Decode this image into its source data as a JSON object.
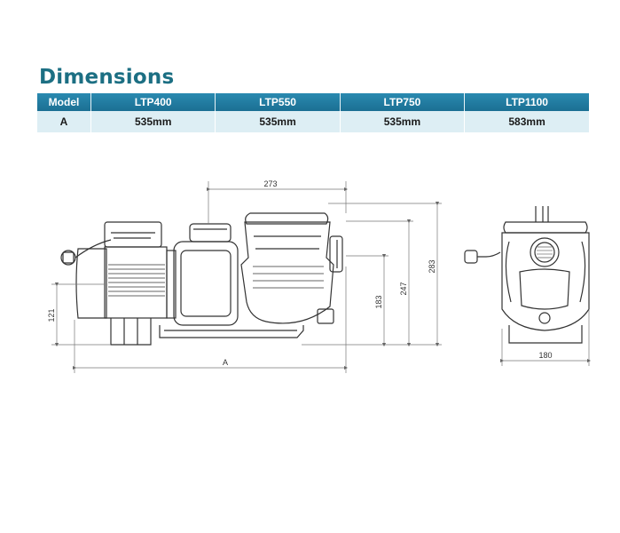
{
  "heading": "Dimensions",
  "table": {
    "headers": [
      "Model",
      "LTP400",
      "LTP550",
      "LTP750",
      "LTP1100"
    ],
    "rows": [
      [
        "A",
        "535mm",
        "535mm",
        "535mm",
        "583mm"
      ]
    ]
  },
  "drawing": {
    "side_view_dims": {
      "top_length": "273",
      "height_total": "283",
      "height_outlet": "247",
      "height_inlet": "183",
      "height_axis": "121",
      "overall_length": "A"
    },
    "front_view_dims": {
      "width": "180"
    }
  }
}
